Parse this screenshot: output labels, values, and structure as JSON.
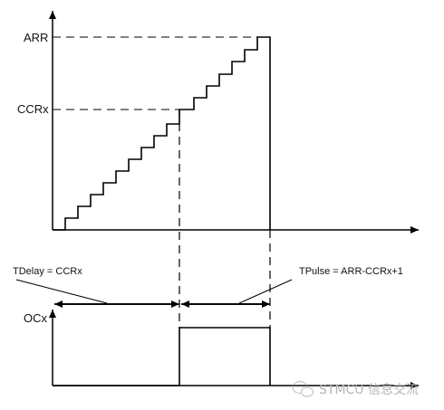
{
  "labels": {
    "arr": "ARR",
    "ccrx": "CCRx",
    "ocx": "OCx",
    "tdelay": "TDelay = CCRx",
    "tpulse": "TPulse = ARR-CCRx+1"
  },
  "watermark": "STMCU 信息交流",
  "icons": {
    "watermark": "wechat-icon"
  },
  "colors": {
    "line": "#000000",
    "watermark": "#b5b5b5"
  }
}
